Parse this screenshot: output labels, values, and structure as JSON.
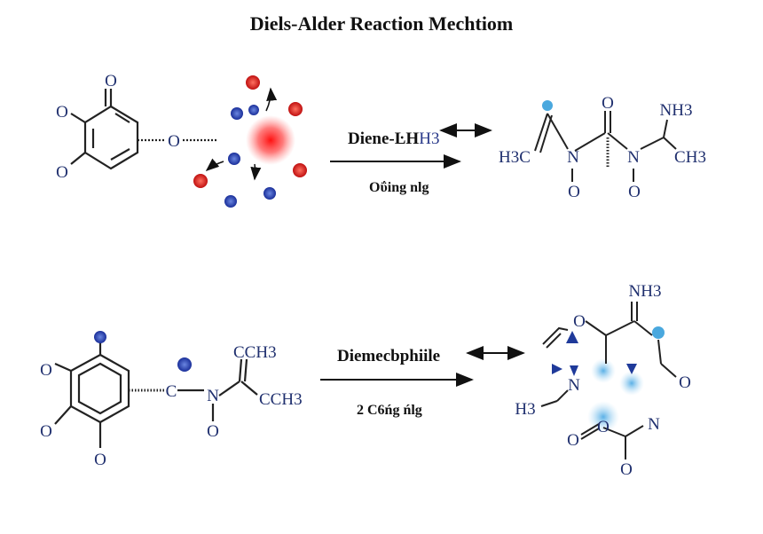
{
  "title": "Diels-Alder Reaction Mechtiom",
  "top_row": {
    "left_atoms": [
      "O",
      "O",
      "O",
      "O"
    ],
    "reagent_label": "Diene-ĿH",
    "reagent_label_suffix": "H3",
    "condition_label": "Oΰing nlg",
    "right_atoms": [
      "H3C",
      "N",
      "O",
      "O",
      "N",
      "O",
      "NH3",
      "CH3"
    ]
  },
  "bottom_row": {
    "left_atoms": [
      "O",
      "O",
      "O",
      "O",
      "C",
      "N",
      "O",
      "CCH3",
      "CCH3"
    ],
    "reagent_label": "Diemecbphiile",
    "condition_label": "2 C6ńg ńlg",
    "right_atoms": [
      "NH3",
      "O",
      "O",
      "N",
      "H3",
      "O",
      "O",
      "N",
      "O"
    ]
  },
  "colors": {
    "red_atom": "#d42020",
    "blue_atom": "#2340a8",
    "light_blue": "#4aa8de",
    "text": "#1f2f6e"
  }
}
